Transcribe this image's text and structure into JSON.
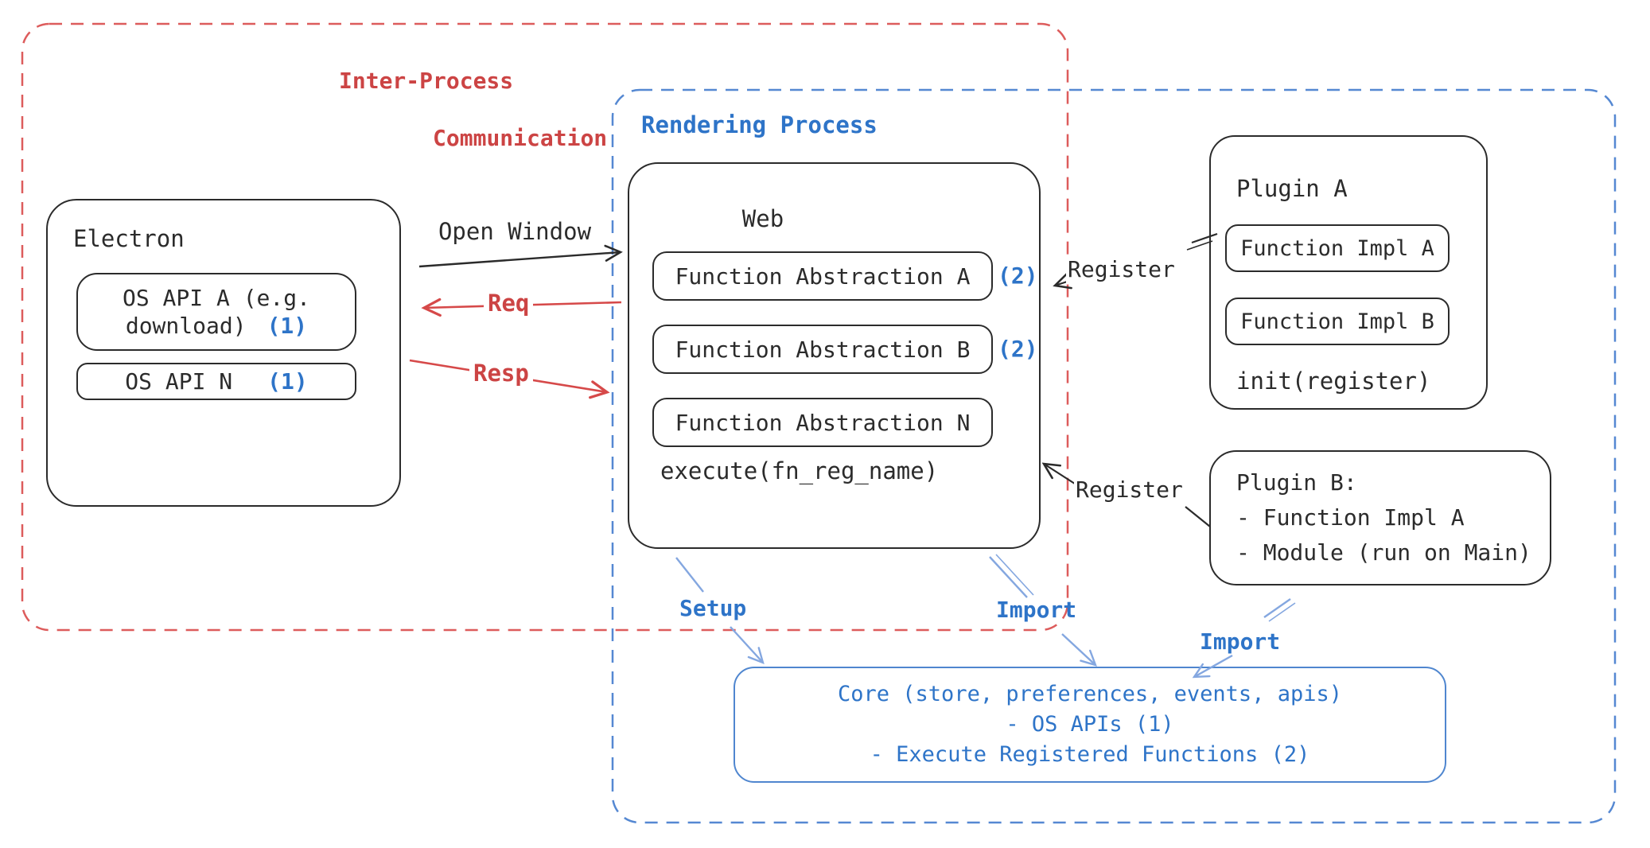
{
  "regions": {
    "ipc_line1": "Inter-Process",
    "ipc_line2": "Communication",
    "rendering": "Rendering Process"
  },
  "electron": {
    "title": "Electron",
    "os_api_a_line1": "OS API A (e.g.",
    "os_api_a_line2": "download)",
    "os_api_a_ref": "(1)",
    "os_api_n": "OS API N",
    "os_api_n_ref": "(1)"
  },
  "web": {
    "title": "Web",
    "fn_abs_a": "Function Abstraction A",
    "fn_abs_a_ref": "(2)",
    "fn_abs_b": "Function Abstraction B",
    "fn_abs_b_ref": "(2)",
    "fn_abs_n": "Function Abstraction N",
    "execute": "execute(fn_reg_name)"
  },
  "plugin_a": {
    "title": "Plugin A",
    "fn_impl_a": "Function Impl A",
    "fn_impl_b": "Function Impl B",
    "init": "init(register)"
  },
  "plugin_b": {
    "title": "Plugin B:",
    "item_1": "- Function Impl A",
    "item_2": "- Module (run on Main)"
  },
  "core": {
    "line1": "Core (store, preferences, events, apis)",
    "line2": "- OS APIs (1)",
    "line3": "- Execute Registered Functions (2)"
  },
  "arrows": {
    "open_window": "Open Window",
    "req": "Req",
    "resp": "Resp",
    "register_plugin_a": "Register",
    "register_plugin_b": "Register",
    "setup": "Setup",
    "import_web": "Import",
    "import_plugin_b": "Import"
  },
  "colors": {
    "red": "#cc4444",
    "blue_text": "#2e74c8",
    "blue_border": "#5588d2",
    "arrow_blue": "#84a7e0",
    "ink": "#2b2b2b"
  }
}
